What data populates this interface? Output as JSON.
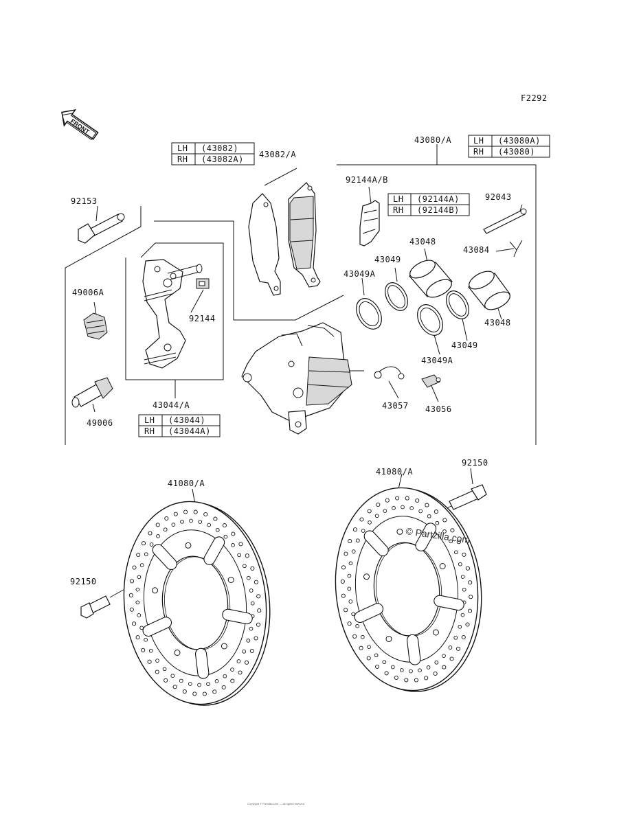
{
  "figure_code": "F2292",
  "front_label": "FRONT",
  "watermark": "© Partzilla.com",
  "footer_line": "Copyright © Partzilla.com — all rights reserved",
  "parts": {
    "p43082A": "43082/A",
    "p43080A": "43080/A",
    "p92144AB": "92144A/B",
    "p92043": "92043",
    "p92153": "92153",
    "p43048a": "43048",
    "p43049a": "43049",
    "p43049Aa": "43049A",
    "p43084": "43084",
    "p49006A": "49006A",
    "p92144": "92144",
    "p43048b": "43048",
    "p43049b": "43049",
    "p43049Ab": "43049A",
    "p43057": "43057",
    "p43056": "43056",
    "p43044A": "43044/A",
    "p49006": "49006",
    "p41080A_left": "41080/A",
    "p41080A_right": "41080/A",
    "p92150_right": "92150",
    "p92150_left": "92150"
  },
  "tables": {
    "t43082": {
      "lh_key": "LH",
      "lh_val": "(43082)",
      "rh_key": "RH",
      "rh_val": "(43082A)"
    },
    "t43080": {
      "lh_key": "LH",
      "lh_val": "(43080A)",
      "rh_key": "RH",
      "rh_val": "(43080)"
    },
    "t92144": {
      "lh_key": "LH",
      "lh_val": "(92144A)",
      "rh_key": "RH",
      "rh_val": "(92144B)"
    },
    "t43044": {
      "lh_key": "LH",
      "lh_val": "(43044)",
      "rh_key": "RH",
      "rh_val": "(43044A)"
    }
  }
}
